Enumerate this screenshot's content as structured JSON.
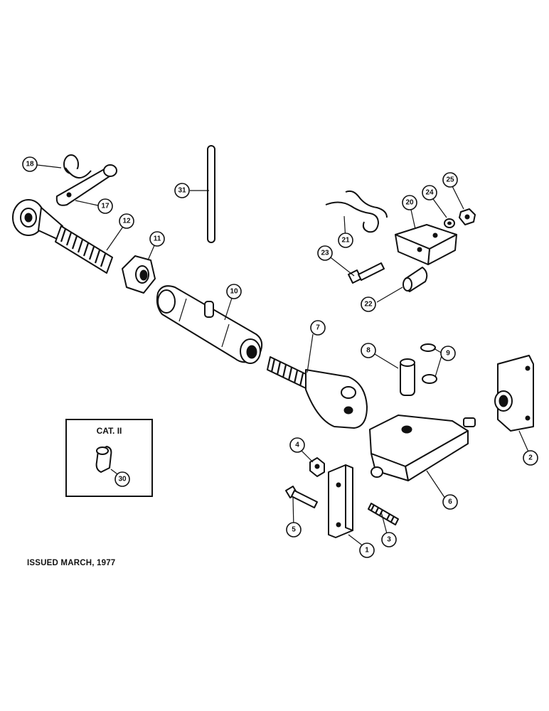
{
  "inset": {
    "title": "CAT. II"
  },
  "issued": "ISSUED MARCH, 1977",
  "callouts": {
    "c1": "1",
    "c2": "2",
    "c3": "3",
    "c4": "4",
    "c5": "5",
    "c6": "6",
    "c7": "7",
    "c8": "8",
    "c9": "9",
    "c10": "10",
    "c11": "11",
    "c12": "12",
    "c17": "17",
    "c18": "18",
    "c20": "20",
    "c21": "21",
    "c22": "22",
    "c23": "23",
    "c24": "24",
    "c25": "25",
    "c30": "30",
    "c31": "31"
  }
}
